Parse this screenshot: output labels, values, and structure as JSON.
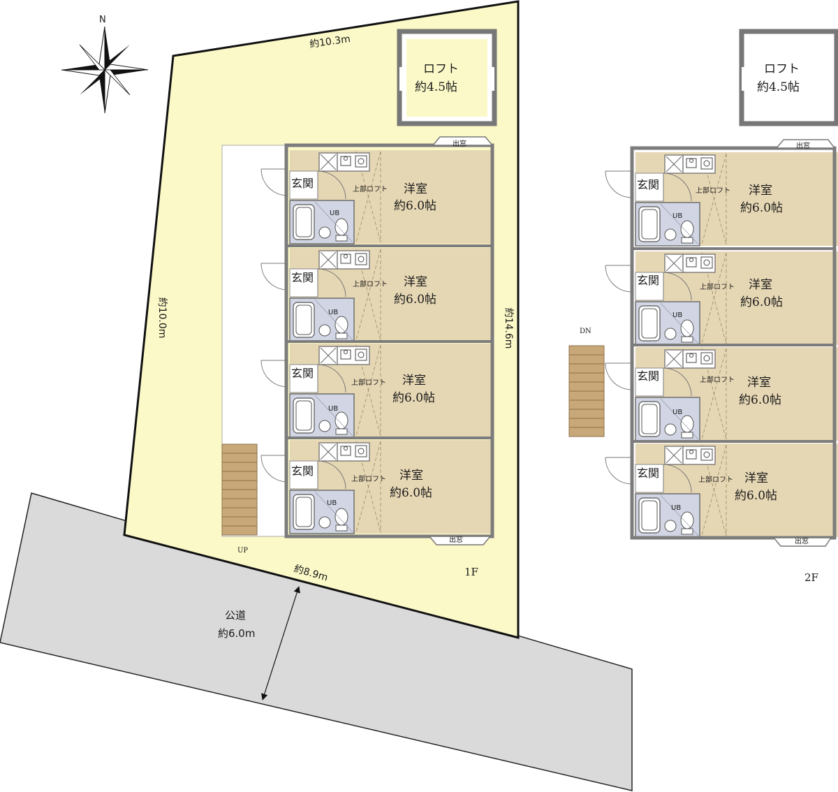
{
  "compass": {
    "north": "N"
  },
  "site": {
    "dim_top": "約10.3m",
    "dim_left": "約10.0m",
    "dim_right": "約14.6m",
    "dim_bottom": "約8.9m"
  },
  "road": {
    "name": "公道",
    "width": "約6.0m"
  },
  "loft": {
    "name": "ロフト",
    "size": "約4.5帖"
  },
  "unit": {
    "genkan": "玄関",
    "room_name": "洋室",
    "room_size": "約6.0帖",
    "loft_above": "上部ロフト",
    "bath": "UB"
  },
  "bay_window": "出窓",
  "stairs": {
    "up": "UP",
    "down": "DN"
  },
  "floors": {
    "first": "1F",
    "second": "2F"
  },
  "colors": {
    "site": "#fbf9c8",
    "road": "#dadada",
    "room": "#e6d7b4",
    "bath": "#d2d6e4",
    "stairs": "#c8a878",
    "wall": "#7c7c7c"
  }
}
